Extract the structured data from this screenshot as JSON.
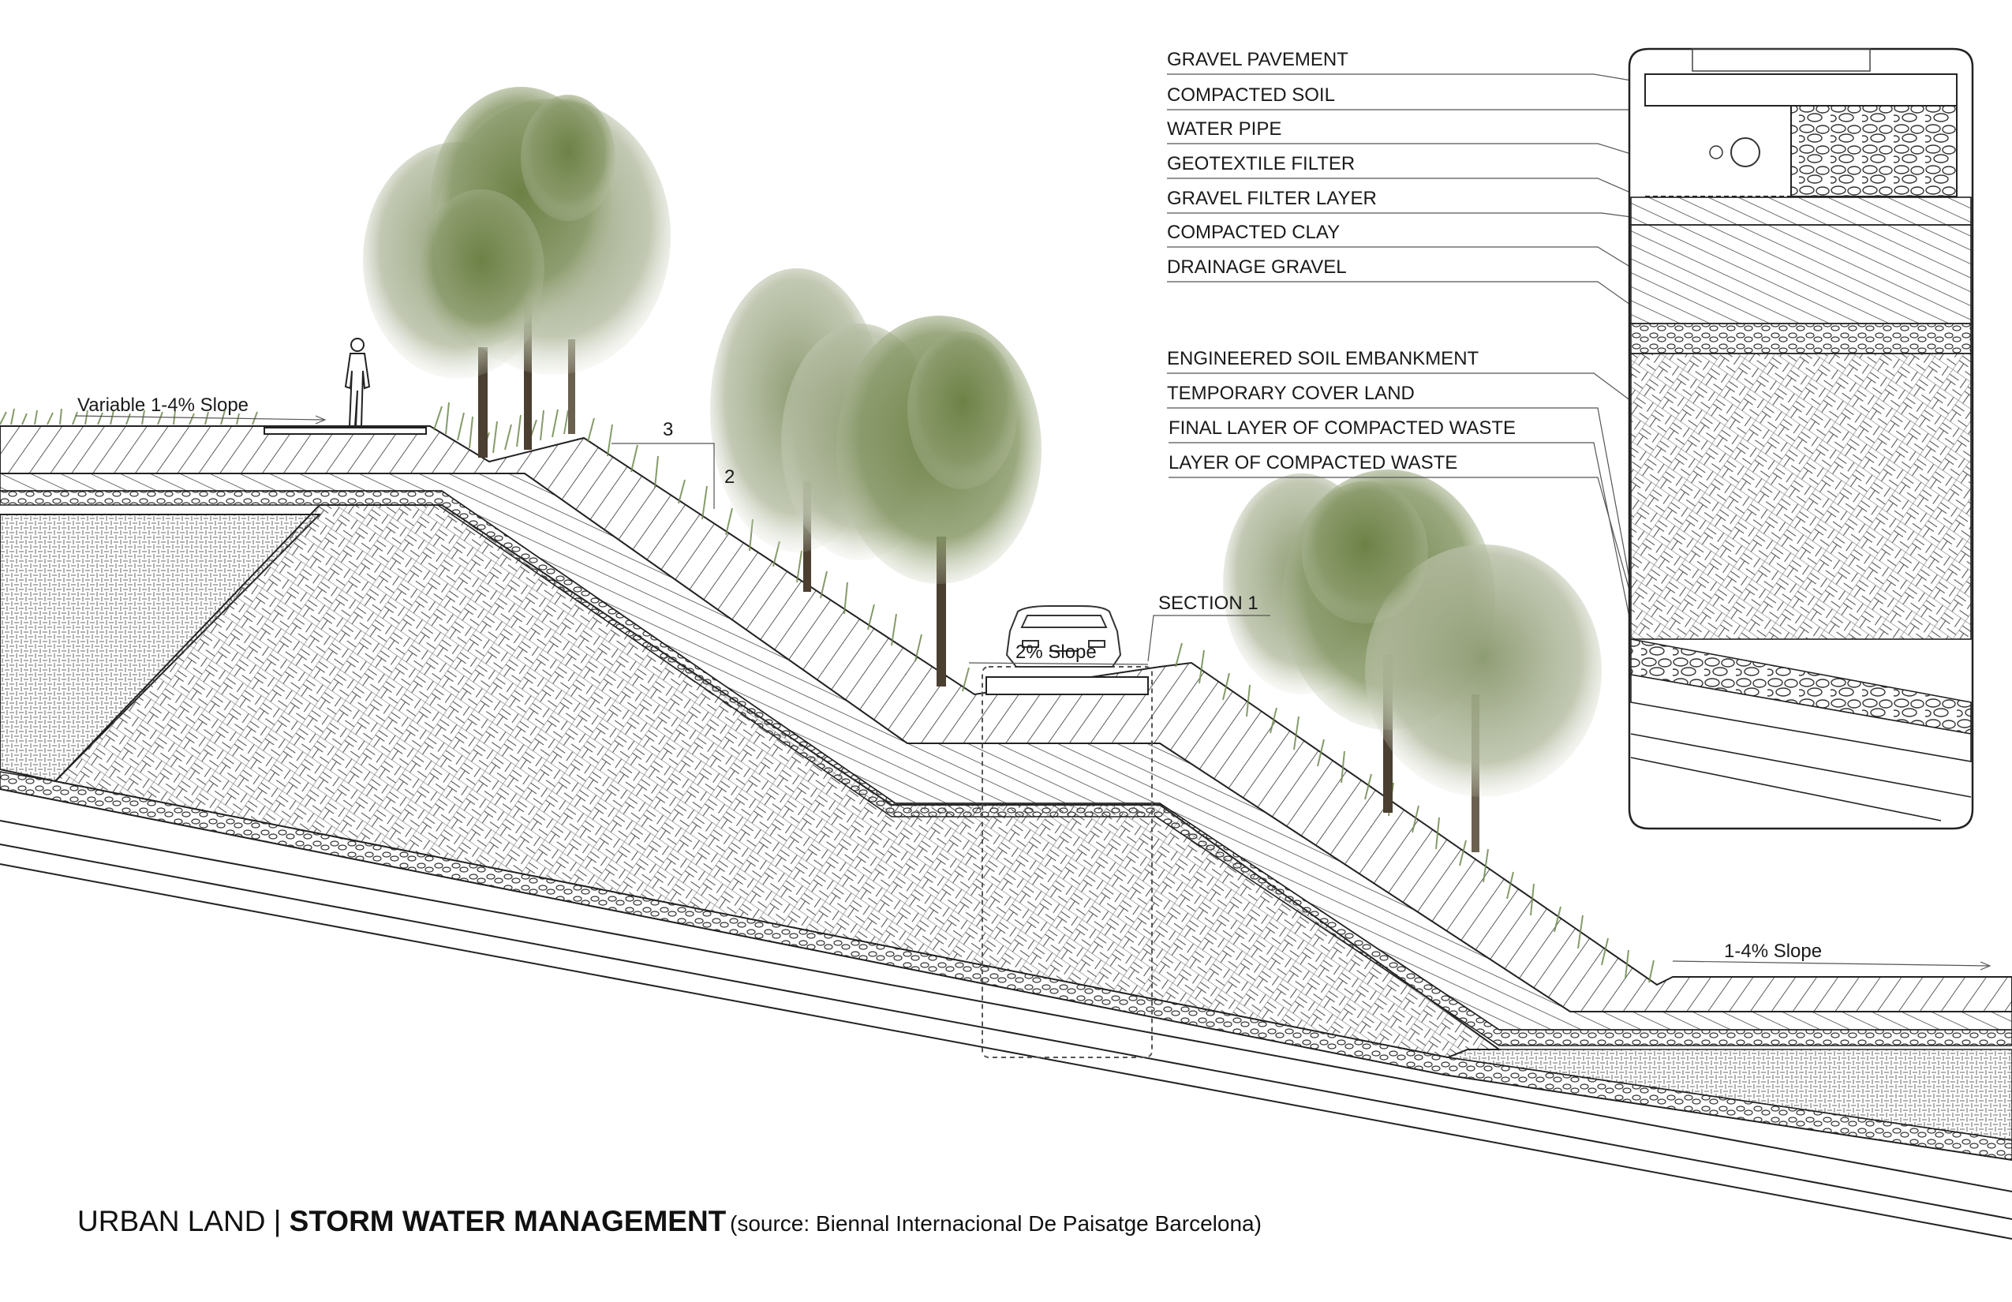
{
  "title": {
    "prefix": "URBAN LAND | ",
    "main": "STORM WATER MANAGEMENT",
    "source": "(source: Biennal Internacional De Paisatge Barcelona)"
  },
  "annotations": {
    "top_slope": "Variable 1-4% Slope",
    "ratio_run": "3",
    "ratio_rise": "2",
    "section": "SECTION 1",
    "road_slope": "2% Slope",
    "right_slope": "1-4% Slope"
  },
  "legend": [
    "GRAVEL PAVEMENT",
    "COMPACTED SOIL",
    "WATER PIPE",
    "GEOTEXTILE FILTER",
    "GRAVEL FILTER LAYER",
    "COMPACTED CLAY",
    "DRAINAGE GRAVEL",
    "ENGINEERED SOIL EMBANKMENT",
    "TEMPORARY COVER LAND",
    "FINAL LAYER OF COMPACTED WASTE",
    "LAYER OF COMPACTED WASTE"
  ],
  "colors": {
    "tree_dark": "#556b3a",
    "tree_mid": "#7d8f5c",
    "tree_light": "#aab596",
    "grass": "#6f8a4e",
    "line": "#222222"
  },
  "icons": [
    "person-icon",
    "car-icon",
    "tree-icon",
    "grass-icon",
    "water-pipe-icon"
  ]
}
